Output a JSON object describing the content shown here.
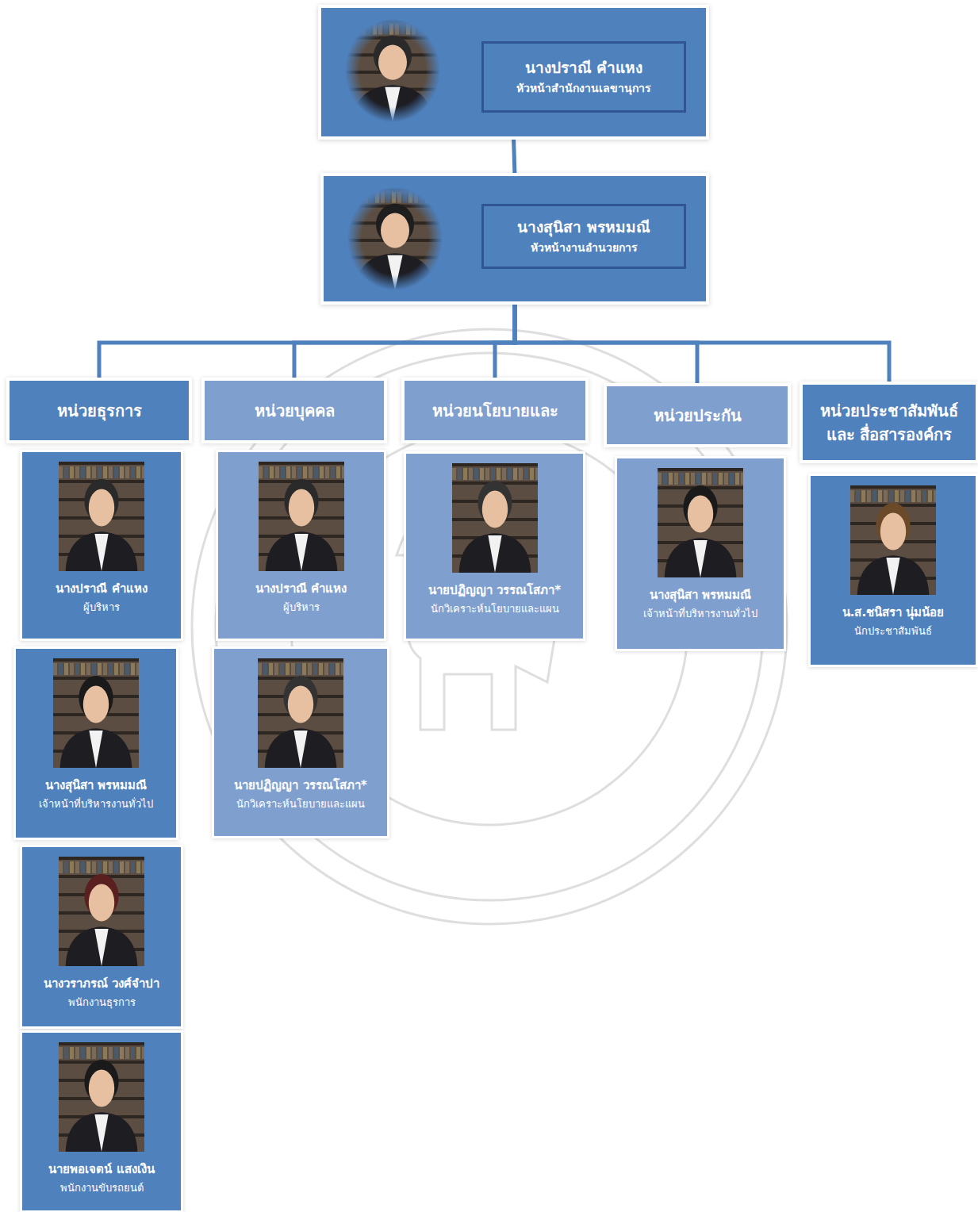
{
  "diagram": {
    "nodes": [
      {
        "text": [
          "นางปราณี คำแหง",
          "หัวหน้าสำนักงานเลขานุการ"
        ]
      },
      {
        "text": [
          "นางสุนิสา พรหมมณี",
          "หัวหน้างานอำนวยการ"
        ]
      },
      {
        "text": [
          "หน่วยธุรการ"
        ]
      },
      {
        "text": [
          "หน่วยบุคคล"
        ]
      },
      {
        "text": [
          "หน่วยนโยบายและ"
        ]
      },
      {
        "text": [
          "หน่วยประกัน"
        ]
      },
      {
        "text": [
          "หน่วยประชาสัมพันธ์และ สื่อสารองค์กร"
        ]
      },
      {
        "text": [
          "นางปราณี คำแหง",
          "ผู้บริหาร"
        ]
      },
      {
        "text": [
          "นางสุนิสา พรหมมณี",
          "เจ้าหน้าที่บริหารงานทั่วไป"
        ]
      },
      {
        "text": [
          "นางวราภรณ์ วงศ์จำปา",
          "พนักงานธุรการ"
        ]
      },
      {
        "text": [
          "นายพอเจตน์ แสงเงิน",
          "พนักงานขับรถยนต์"
        ]
      },
      {
        "text": [
          "นางปราณี คำแหง",
          "ผู้บริหาร"
        ]
      },
      {
        "text": [
          "นายปฏิญญา วรรณโสภา*",
          "นักวิเคราะห์นโยบายและแผน"
        ]
      },
      {
        "text": [
          "นายปฏิญญา วรรณโสภา*",
          "นักวิเคราะห์นโยบายและแผน"
        ]
      },
      {
        "text": [
          "นางสุนิสา พรหมมณี",
          "เจ้าหน้าที่บริหารงานทั่วไป"
        ]
      },
      {
        "text": [
          "น.ส.ชนิสรา นุ่มน้อย",
          "นักประชาสัมพันธ์"
        ]
      }
    ],
    "edges": [
      {
        "from": 0,
        "to": 1,
        "arrow": "none"
      },
      {
        "from": 1,
        "to": 2,
        "arrow": "none"
      },
      {
        "from": 1,
        "to": 3,
        "arrow": "none"
      },
      {
        "from": 1,
        "to": 4,
        "arrow": "none"
      },
      {
        "from": 1,
        "to": 5,
        "arrow": "none"
      },
      {
        "from": 1,
        "to": 6,
        "arrow": "none"
      }
    ]
  }
}
